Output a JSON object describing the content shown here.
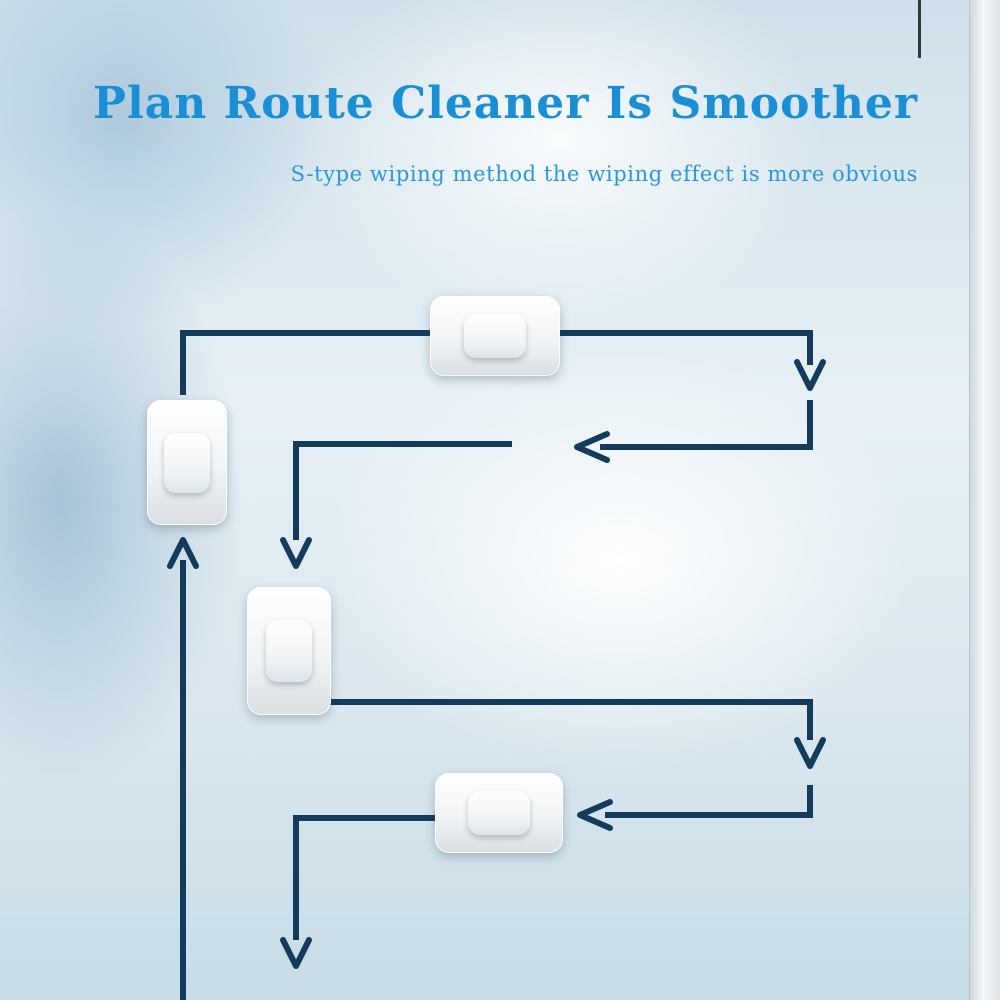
{
  "heading": {
    "title": "Plan Route Cleaner Is Smoother",
    "subtitle": "S-type wiping method the wiping effect is more obvious"
  },
  "colors": {
    "title": "#1a8fd6",
    "subtitle": "#2a98dc",
    "route_line": "#143a5c",
    "background": "#dbe8ef"
  },
  "icons": [
    "arrow-down-icon",
    "arrow-left-icon",
    "arrow-up-icon"
  ],
  "cleaners": [
    {
      "name": "cleaner-pad-top",
      "orientation": "horizontal"
    },
    {
      "name": "cleaner-pad-left",
      "orientation": "vertical"
    },
    {
      "name": "cleaner-pad-middle",
      "orientation": "vertical"
    },
    {
      "name": "cleaner-pad-bottom",
      "orientation": "horizontal"
    }
  ]
}
